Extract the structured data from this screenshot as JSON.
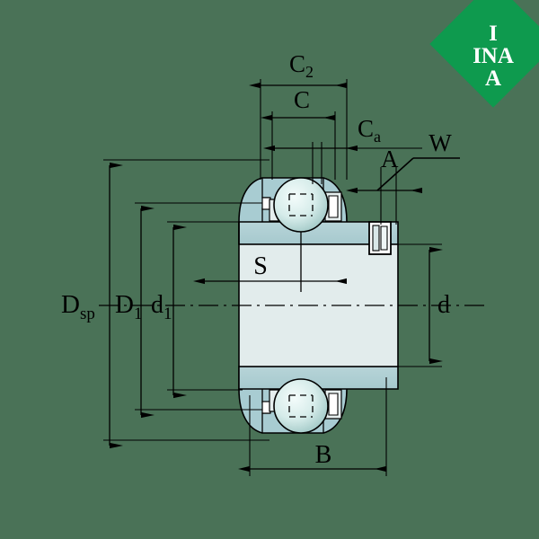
{
  "page": {
    "background_color": "#4a7257",
    "title": "INA bearing cross-section technical drawing"
  },
  "logo": {
    "name": "INA",
    "shape": "diamond",
    "background_color": "#0e9a4e",
    "text_color": "#ffffff",
    "line1": "I",
    "line2": "INA",
    "line3": "A"
  },
  "drawing": {
    "line_color": "#000000",
    "ring_fill": "#a8ccd2",
    "bore_fill": "#e2ecec",
    "ball_fill_center": "#f2fbfa",
    "ball_fill_edge": "#9fc9c6",
    "collar_fill": "#ccdfe1"
  },
  "dimensions": {
    "horizontal": [
      {
        "id": "C2",
        "label": "C",
        "sub": "2",
        "desc": "overall width including eccentric collar"
      },
      {
        "id": "C",
        "label": "C",
        "sub": "",
        "desc": "inner ring width"
      },
      {
        "id": "Ca",
        "label": "C",
        "sub": "a",
        "desc": "inner ring extension width"
      },
      {
        "id": "A",
        "label": "A",
        "sub": "",
        "desc": "grub screw axial position"
      },
      {
        "id": "S",
        "label": "S",
        "sub": "",
        "desc": "inner ring offset"
      },
      {
        "id": "B",
        "label": "B",
        "sub": "",
        "desc": "outer ring width"
      }
    ],
    "vertical": [
      {
        "id": "Dsp",
        "label": "D",
        "sub": "sp",
        "desc": "spherical outside diameter"
      },
      {
        "id": "D1",
        "label": "D",
        "sub": "1",
        "desc": "outer ring shoulder diameter"
      },
      {
        "id": "d1",
        "label": "d",
        "sub": "1",
        "desc": "inner ring outer diameter"
      },
      {
        "id": "d",
        "label": "d",
        "sub": "",
        "desc": "bore diameter"
      }
    ],
    "callouts": [
      {
        "id": "W",
        "label": "W",
        "desc": "grub screw / locking screw"
      }
    ]
  }
}
